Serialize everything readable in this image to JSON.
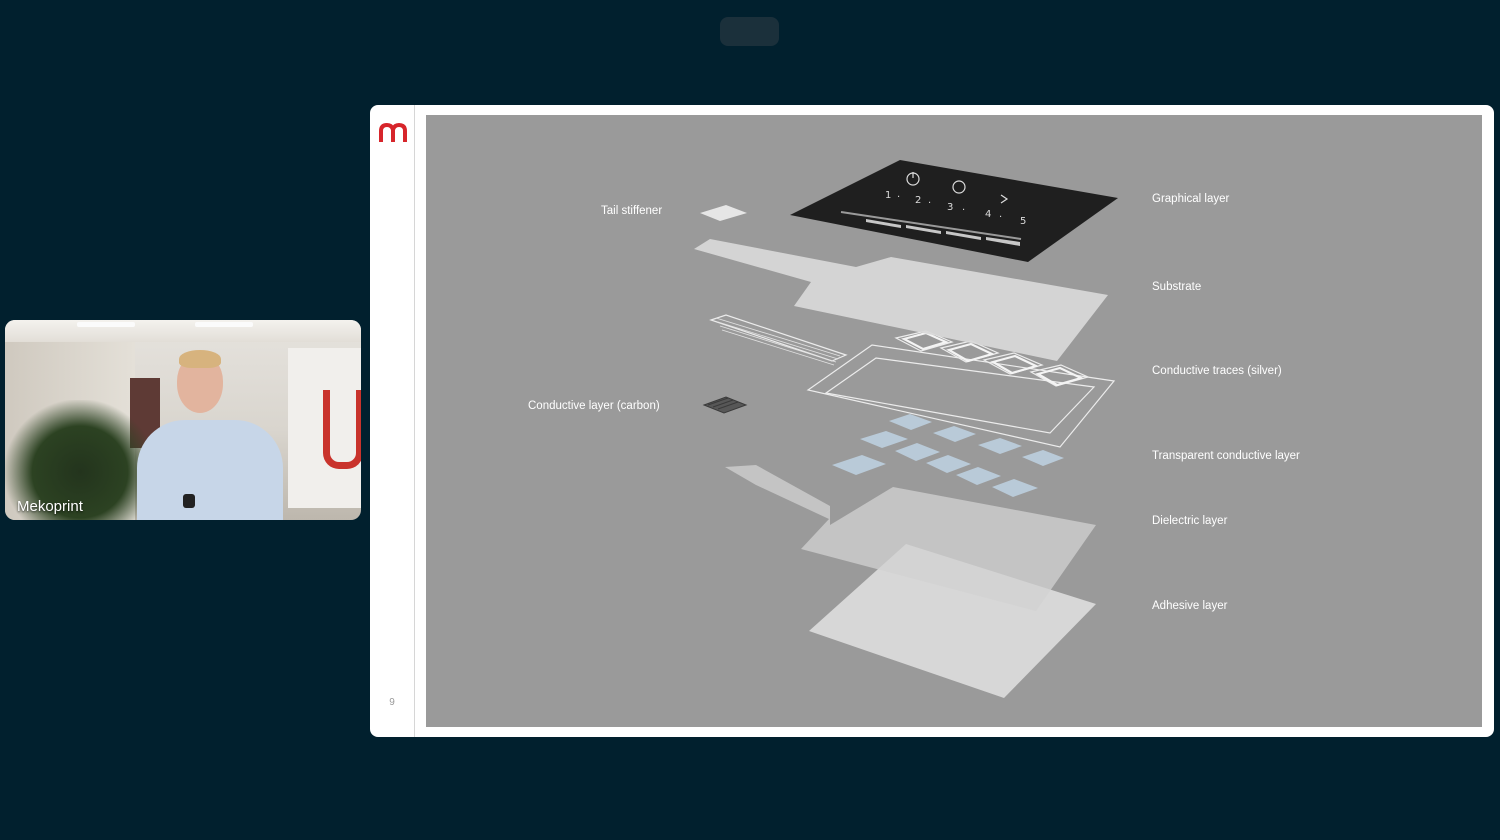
{
  "participant": {
    "name": "Mekoprint"
  },
  "slide": {
    "number": "9",
    "labels": {
      "tail_stiffener": "Tail stiffener",
      "conductive_layer_carbon": "Conductive layer (carbon)",
      "graphical_layer": "Graphical layer",
      "substrate": "Substrate",
      "conductive_traces_silver": "Conductive traces (silver)",
      "transparent_conductive_layer": "Transparent conductive layer",
      "dielectric_layer": "Dielectric layer",
      "adhesive_layer": "Adhesive layer"
    },
    "keypad_digits": [
      "1",
      "2",
      "3",
      "4",
      "5"
    ],
    "keypad_separator": "·"
  },
  "colors": {
    "app_background": "#01202e",
    "slide_background": "#9a9a9a",
    "logo_red": "#d7252b",
    "graphical_layer": "#1f1f1f"
  }
}
